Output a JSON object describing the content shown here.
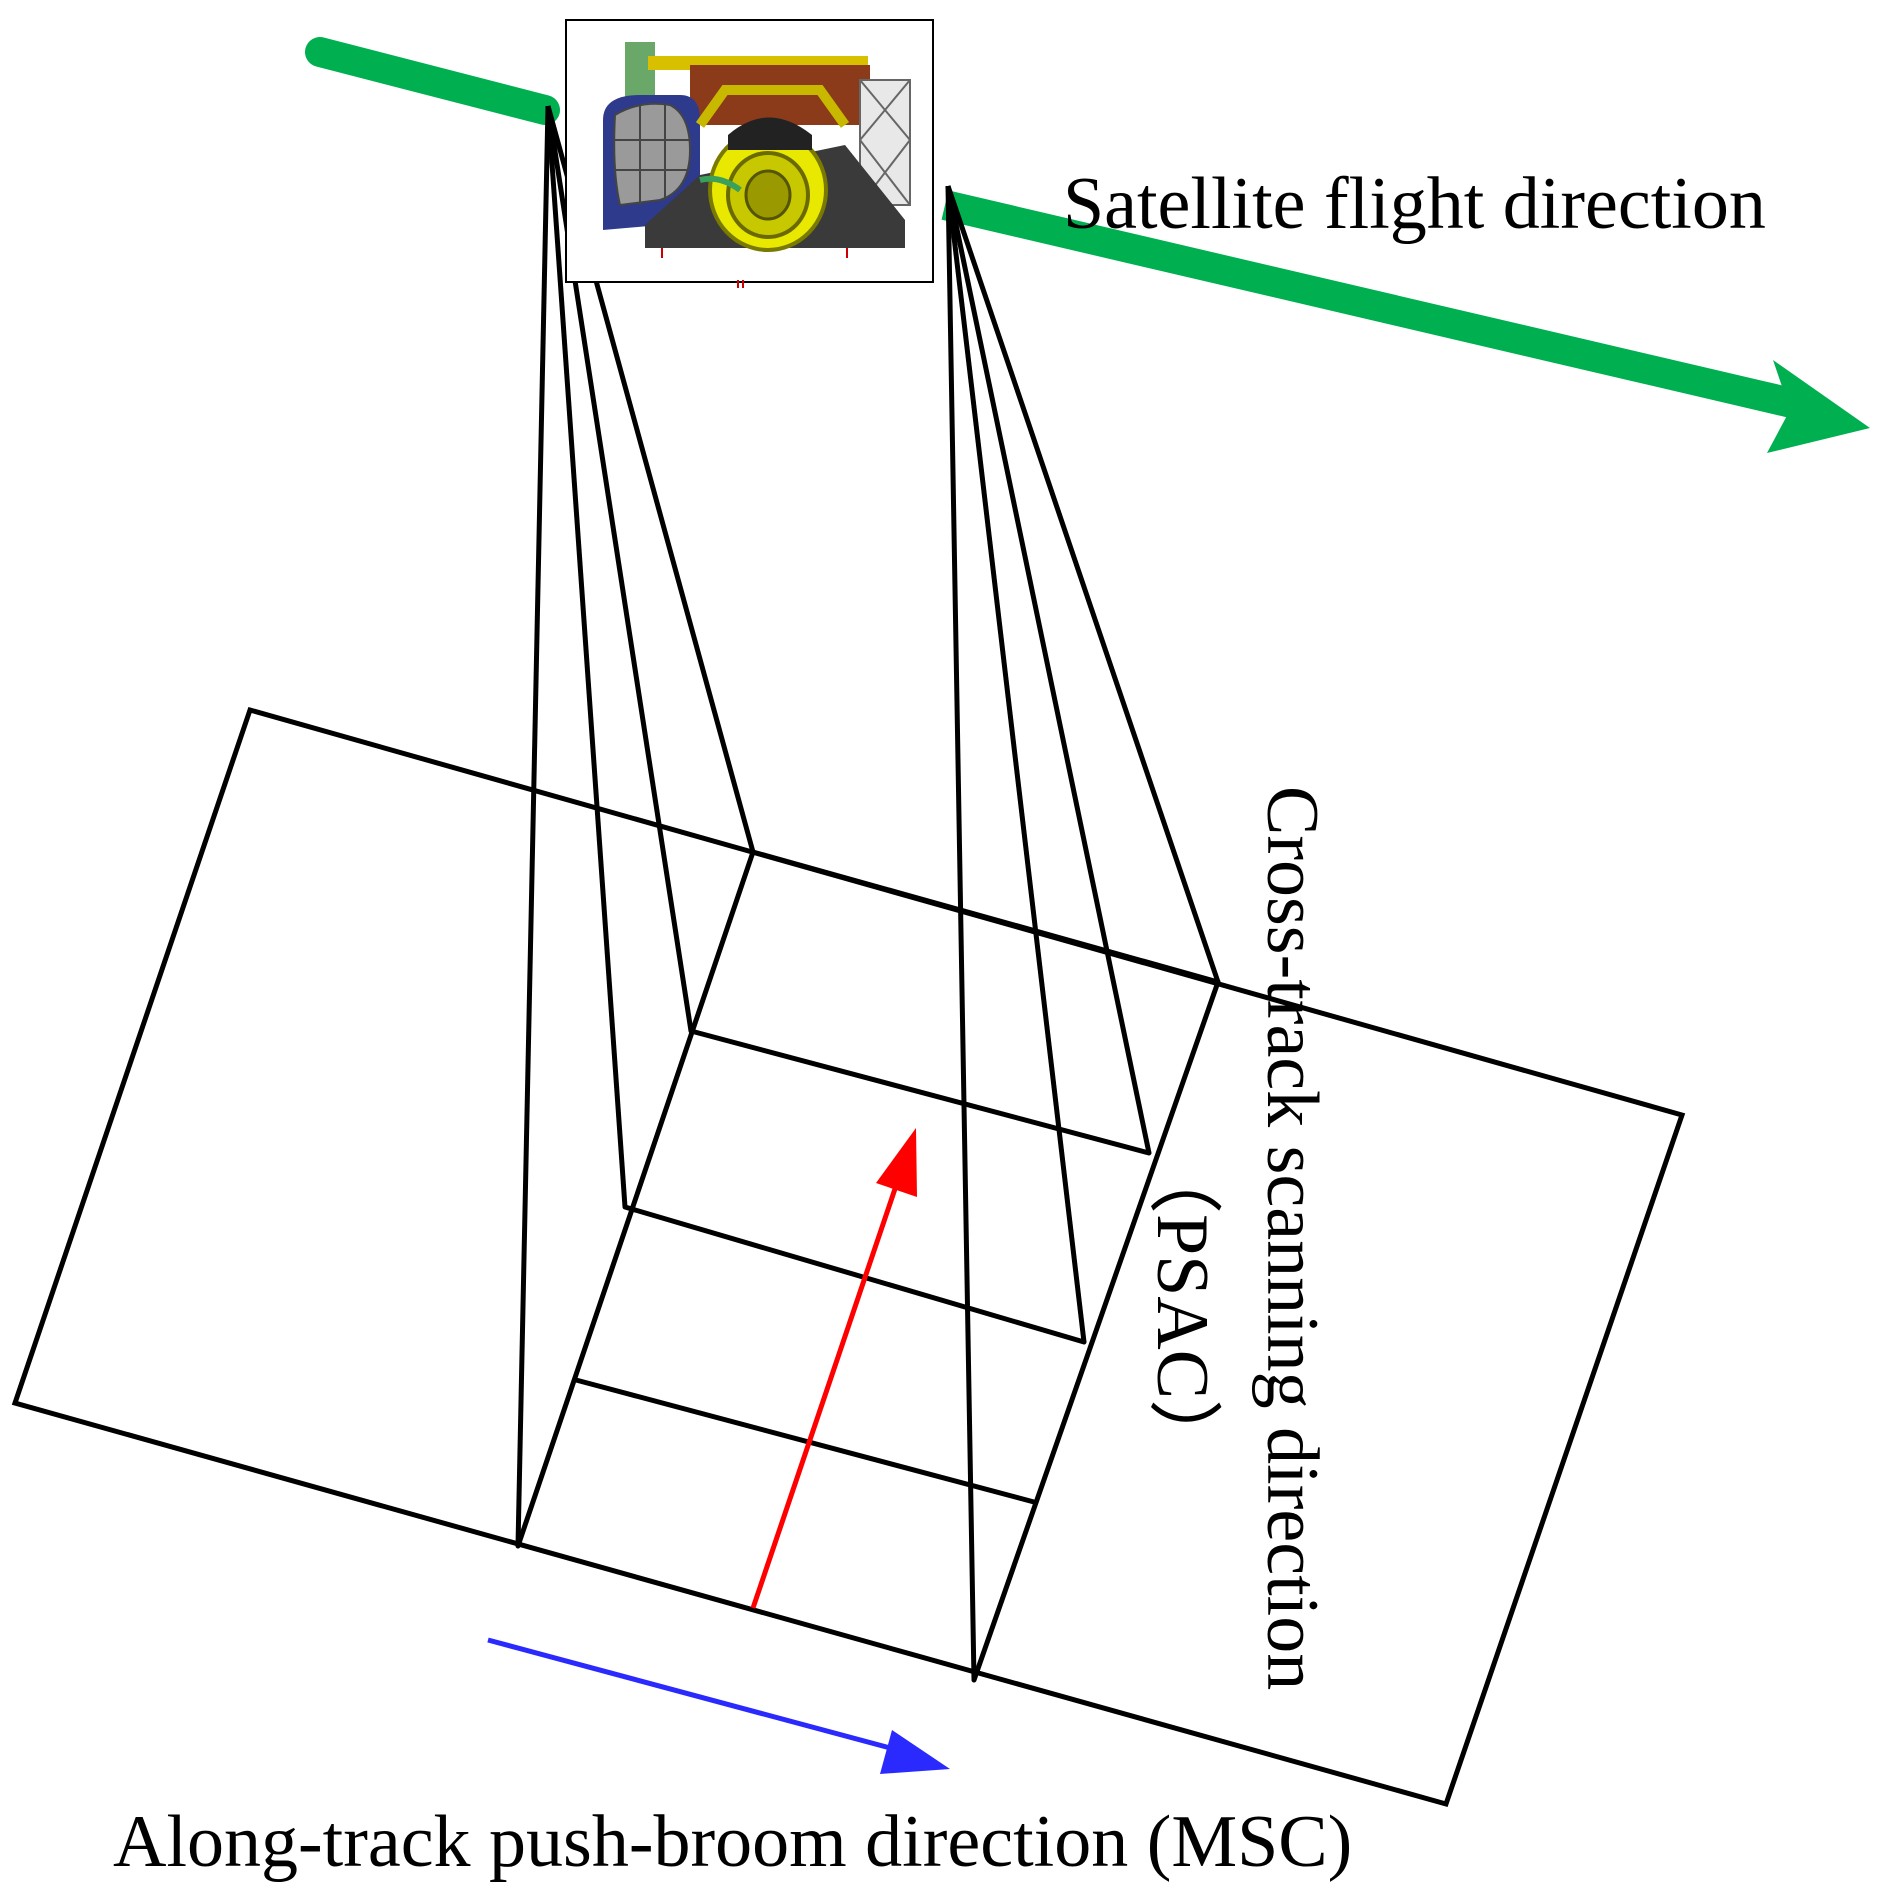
{
  "labels": {
    "flight_direction": "Satellite flight direction",
    "cross_track_line1": "Cross-track scanning direction",
    "cross_track_line2": "（PSAC）",
    "along_track": "Along-track push-broom direction (MSC)"
  },
  "colors": {
    "flight_arrow": "#00b050",
    "along_track_arrow": "#2a2aff",
    "cross_track_arrow": "#ff0000",
    "outline": "#000000",
    "satellite_navy": "#2e3a8c",
    "satellite_brown": "#8b3a1a",
    "satellite_yellow": "#e8e800",
    "satellite_olive": "#9a9a00",
    "satellite_dark": "#3a3a3a",
    "satellite_grey": "#9a9a9a"
  },
  "icons": {
    "satellite": "satellite-payload-icon"
  }
}
